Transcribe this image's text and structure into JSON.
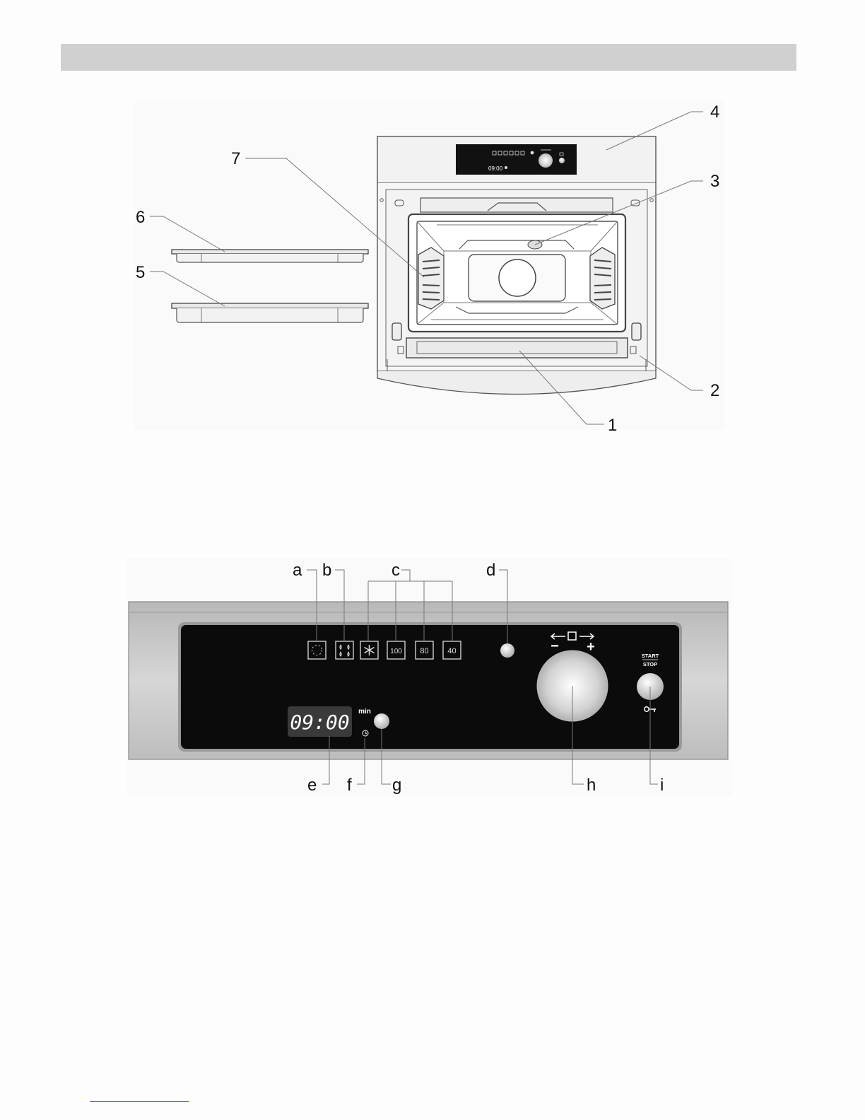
{
  "oven_figure": {
    "callouts": [
      "1",
      "2",
      "3",
      "4",
      "5",
      "6",
      "7"
    ]
  },
  "panel_figure": {
    "callouts": [
      "a",
      "b",
      "c",
      "d",
      "e",
      "f",
      "g",
      "h",
      "i"
    ],
    "display_time": "09:00",
    "min_label": "min",
    "start_label": "START",
    "stop_label": "STOP",
    "plus_label": "+",
    "minus_label": "−",
    "steam_buttons": [
      "100",
      "80",
      "40"
    ],
    "icons": [
      "fan-icon",
      "water-drops-icon",
      "snowflake-icon",
      "clock-icon",
      "key-icon",
      "arrow-left-icon",
      "square-icon",
      "arrow-right-icon"
    ]
  },
  "mini_panel": {
    "display_time": "09:00"
  },
  "colors": {
    "panel_black": "#0b0b0b",
    "steel": "#c8c8c8",
    "header_gray": "#d0d0d0",
    "display_text": "#ffffff"
  }
}
